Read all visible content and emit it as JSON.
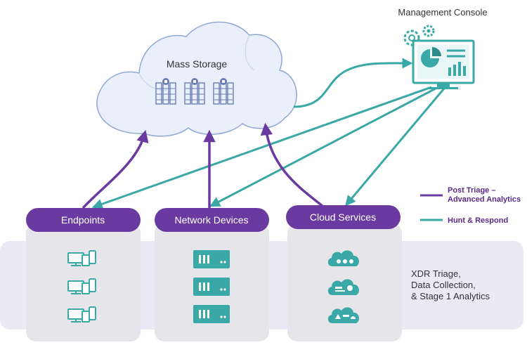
{
  "colors": {
    "purple": "#6b3aa0",
    "teal": "#3aa8a6",
    "cloud_fill": "#e9f0fb",
    "cloud_stroke": "#8fa7d6",
    "band": "#ece9f6",
    "column": "#e6e6ea"
  },
  "management_console": {
    "title": "Management Console",
    "icons": [
      "gears-icon",
      "monitor-dashboard-icon"
    ]
  },
  "mass_storage": {
    "title": "Mass Storage",
    "icons": [
      "locked-server-icon",
      "locked-server-icon",
      "locked-server-icon"
    ]
  },
  "sources": [
    {
      "label": "Endpoints",
      "icons": [
        "desktop-devices-icon",
        "desktop-devices-icon",
        "desktop-devices-icon"
      ]
    },
    {
      "label": "Network Devices",
      "icons": [
        "server-unit-icon",
        "server-unit-icon",
        "server-unit-icon"
      ]
    },
    {
      "label": "Cloud Services",
      "icons": [
        "cloud-apps-icon",
        "cloud-google-salesforce-icon",
        "cloud-aws-azure-icon"
      ]
    }
  ],
  "triage_band": {
    "lines": [
      "XDR Triage,",
      "Data Collection,",
      "& Stage 1 Analytics"
    ]
  },
  "legend": [
    {
      "label_lines": [
        "Post Triage –",
        "Advanced Analytics"
      ],
      "color": "#6b3aa0"
    },
    {
      "label_lines": [
        "Hunt & Respond"
      ],
      "color": "#3aa8a6"
    }
  ]
}
